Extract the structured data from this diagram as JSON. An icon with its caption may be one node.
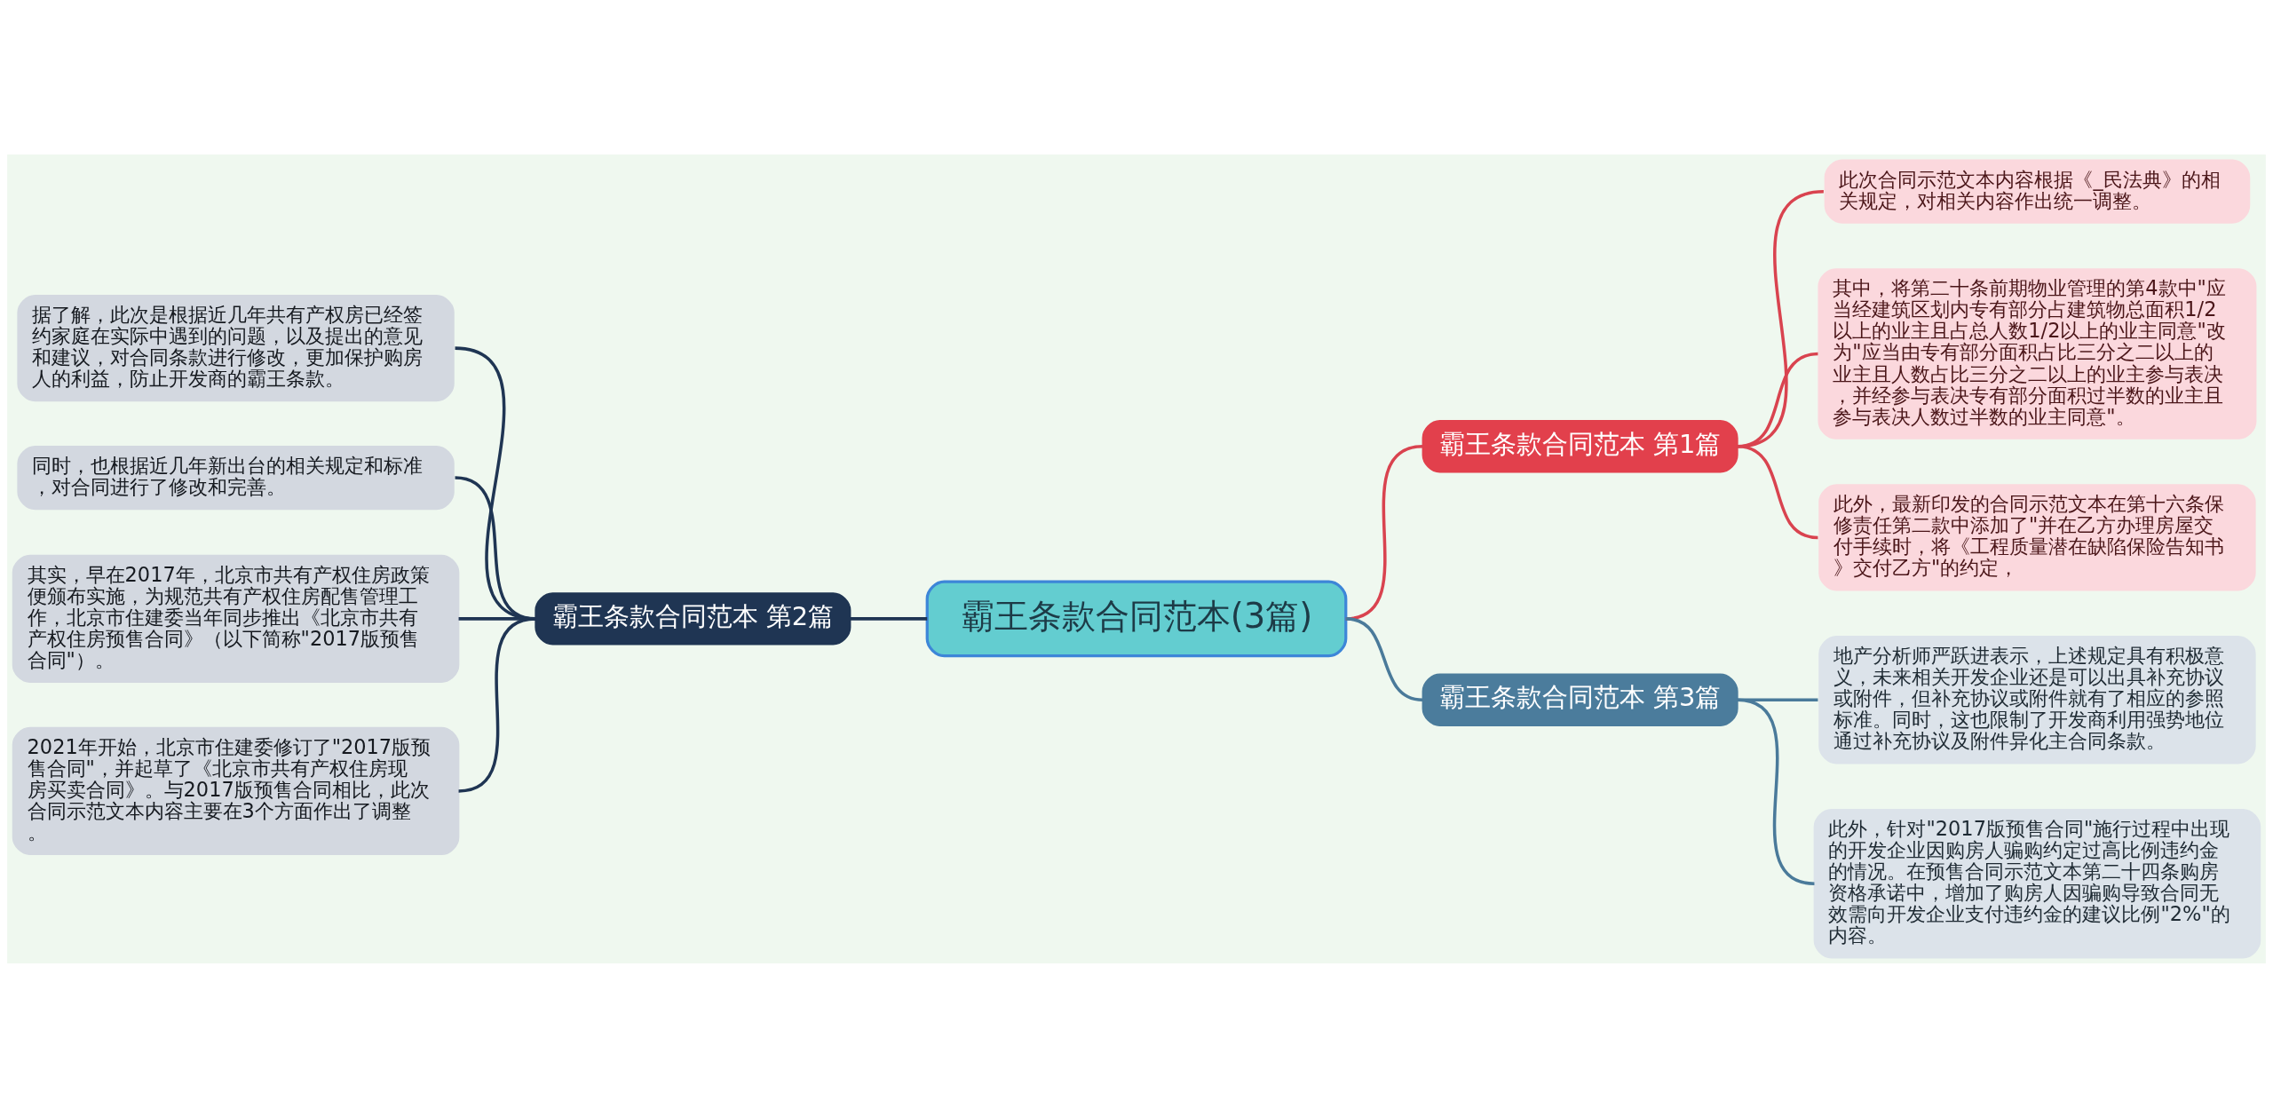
{
  "diagram": {
    "nodes": [
      {
        "text": [
          "霸王条款合同范本(3篇)"
        ]
      },
      {
        "text": [
          "霸王条款合同范本 第1篇"
        ]
      },
      {
        "text": [
          "此次合同示范文本内容根据《_民法典》的相关规定，对相关内容作出统一调整。"
        ]
      },
      {
        "text": [
          "其中，将第二十条前期物业管理的第4款中\"应当经建筑区划内专有部分占建筑物总面积1/2以上的业主且占总人数1/2以上的业主同意\"改为\"应当由专有部分面积占比三分之二以上的业主且人数占比三分之二以上的业主参与表决，并经参与表决专有部分面积过半数的业主且参与表决人数过半数的业主同意\"。"
        ]
      },
      {
        "text": [
          "此外，最新印发的合同示范文本在第十六条保修责任第二款中添加了\"并在乙方办理房屋交付手续时，将《工程质量潜在缺陷保险告知书》交付乙方\"的约定，"
        ]
      },
      {
        "text": [
          "霸王条款合同范本 第3篇"
        ]
      },
      {
        "text": [
          "地产分析师严跃进表示，上述规定具有积极意义，未来相关开发企业还是可以出具补充协议或附件，但补充协议或附件就有了相应的参照标准。同时，这也限制了开发商利用强势地位通过补充协议及附件异化主合同条款。"
        ]
      },
      {
        "text": [
          "此外，针对\"2017版预售合同\"施行过程中出现的开发企业因购房人骗购约定过高比例违约金的情况。在预售合同示范文本第二十四条购房资格承诺中，增加了购房人因骗购导致合同无效需向开发企业支付违约金的建议比例\"2%\"的内容。"
        ]
      },
      {
        "text": [
          "霸王条款合同范本 第2篇"
        ]
      },
      {
        "text": [
          "据了解，此次是根据近几年共有产权房已经签约家庭在实际中遇到的问题，以及提出的意见和建议，对合同条款进行修改，更加保护购房人的利益，防止开发商的霸王条款。"
        ]
      },
      {
        "text": [
          "同时，也根据近几年新出台的相关规定和标准，对合同进行了修改和完善。"
        ]
      },
      {
        "text": [
          "其实，早在2017年，北京市共有产权住房政策便颁布实施，为规范共有产权住房配售管理工作，北京市住建委当年同步推出《北京市共有产权住房预售合同》（以下简称\"2017版预售合同\"）。"
        ]
      },
      {
        "text": [
          "2021年开始，北京市住建委修订了\"2017版预售合同\"，并起草了《北京市共有产权住房现房买卖合同》。与2017版预售合同相比，此次合同示范文本内容主要在3个方面作出了调整。"
        ]
      }
    ],
    "edges": [
      {
        "from": 0,
        "to": 1,
        "arrow": "none",
        "color": "#d9434f"
      },
      {
        "from": 1,
        "to": 2,
        "arrow": "none",
        "color": "#d9434f"
      },
      {
        "from": 1,
        "to": 3,
        "arrow": "none",
        "color": "#d9434f"
      },
      {
        "from": 1,
        "to": 4,
        "arrow": "none",
        "color": "#d9434f"
      },
      {
        "from": 0,
        "to": 5,
        "arrow": "none",
        "color": "#4a7a9a"
      },
      {
        "from": 5,
        "to": 6,
        "arrow": "none",
        "color": "#4a7a9a"
      },
      {
        "from": 5,
        "to": 7,
        "arrow": "none",
        "color": "#4a7a9a"
      },
      {
        "from": 0,
        "to": 8,
        "arrow": "none"
      },
      {
        "from": 8,
        "to": 9,
        "arrow": "none"
      },
      {
        "from": 8,
        "to": 10,
        "arrow": "none"
      },
      {
        "from": 8,
        "to": 11,
        "arrow": "none"
      },
      {
        "from": 8,
        "to": 12,
        "arrow": "none"
      }
    ]
  }
}
